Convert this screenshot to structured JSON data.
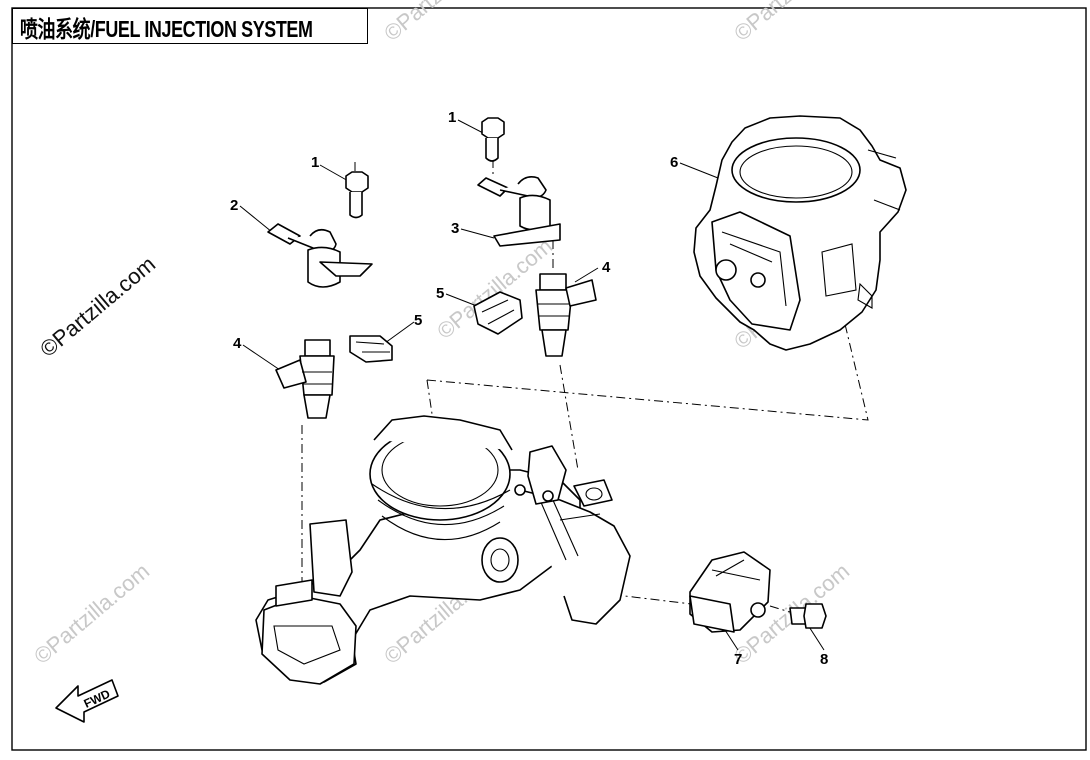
{
  "header": {
    "title": "喷油系统/FUEL INJECTION SYSTEM"
  },
  "watermark": {
    "text": "©Partzilla.com"
  },
  "fwd_label": "FWD",
  "callouts": {
    "c1a": "1",
    "c1b": "1",
    "c2": "2",
    "c3": "3",
    "c4a": "4",
    "c4b": "4",
    "c5a": "5",
    "c5b": "5",
    "c6": "6",
    "c7": "7",
    "c8": "8"
  }
}
